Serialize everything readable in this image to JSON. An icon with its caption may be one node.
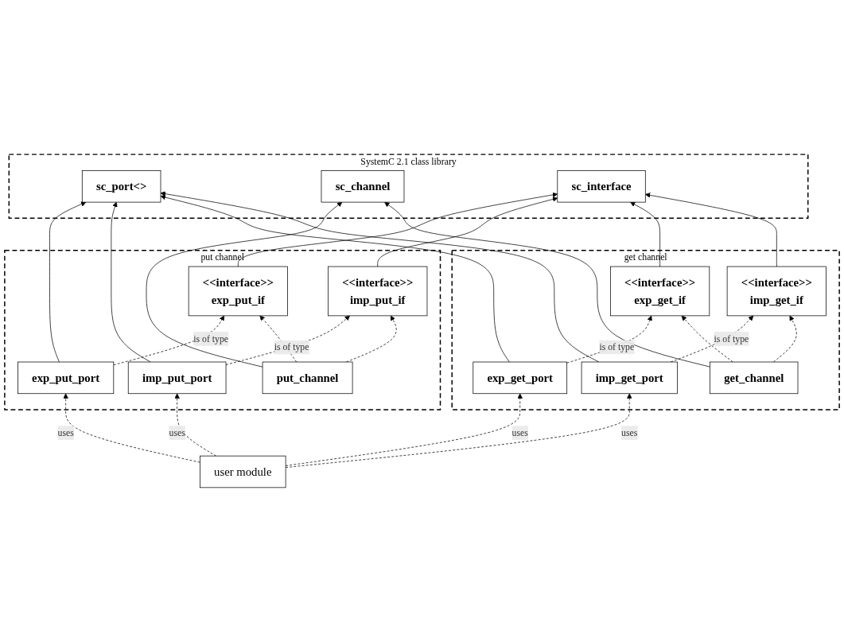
{
  "diagram": {
    "nodes": [
      {
        "text": [
          "SystemC 2.1 class library"
        ]
      },
      {
        "text": [
          "sc_port<>"
        ],
        "in": 0
      },
      {
        "text": [
          "sc_channel"
        ],
        "in": 0
      },
      {
        "text": [
          "sc_interface"
        ],
        "in": 0
      },
      {
        "text": [
          "put channel"
        ]
      },
      {
        "text": [
          "<<interface>>",
          "exp_put_if"
        ],
        "in": 4
      },
      {
        "text": [
          "<<interface>>",
          "imp_put_if"
        ],
        "in": 4
      },
      {
        "text": [
          "exp_put_port"
        ],
        "in": 4
      },
      {
        "text": [
          "imp_put_port"
        ],
        "in": 4
      },
      {
        "text": [
          "put_channel"
        ],
        "in": 4
      },
      {
        "text": [
          "get channel"
        ]
      },
      {
        "text": [
          "<<interface>>",
          "exp_get_if"
        ],
        "in": 10
      },
      {
        "text": [
          "<<interface>>",
          "imp_get_if"
        ],
        "in": 10
      },
      {
        "text": [
          "exp_get_port"
        ],
        "in": 10
      },
      {
        "text": [
          "imp_get_port"
        ],
        "in": 10
      },
      {
        "text": [
          "get_channel"
        ],
        "in": 10
      },
      {
        "text": [
          "user module"
        ]
      }
    ],
    "edges": [
      {
        "from": 7,
        "to": 1,
        "arrow": "to"
      },
      {
        "from": 8,
        "to": 1,
        "arrow": "to"
      },
      {
        "from": 13,
        "to": 1,
        "arrow": "to"
      },
      {
        "from": 14,
        "to": 1,
        "arrow": "to"
      },
      {
        "from": 9,
        "to": 2,
        "arrow": "to"
      },
      {
        "from": 15,
        "to": 2,
        "arrow": "to"
      },
      {
        "from": 5,
        "to": 3,
        "arrow": "to"
      },
      {
        "from": 6,
        "to": 3,
        "arrow": "to"
      },
      {
        "from": 11,
        "to": 3,
        "arrow": "to"
      },
      {
        "from": 12,
        "to": 3,
        "arrow": "to"
      },
      {
        "from": 7,
        "to": 5,
        "arrow": "to",
        "label": "is of type",
        "style": "dashed"
      },
      {
        "from": 8,
        "to": 6,
        "arrow": "to",
        "label": "is of type",
        "style": "dashed"
      },
      {
        "from": 13,
        "to": 11,
        "arrow": "to",
        "label": "is of type",
        "style": "dashed"
      },
      {
        "from": 14,
        "to": 12,
        "arrow": "to",
        "label": "is of type",
        "style": "dashed"
      },
      {
        "from": 9,
        "to": 5,
        "arrow": "to",
        "style": "dashed"
      },
      {
        "from": 9,
        "to": 6,
        "arrow": "to",
        "style": "dashed"
      },
      {
        "from": 15,
        "to": 11,
        "arrow": "to",
        "style": "dashed"
      },
      {
        "from": 15,
        "to": 12,
        "arrow": "to",
        "style": "dashed"
      },
      {
        "from": 16,
        "to": 7,
        "arrow": "to",
        "label": "uses",
        "style": "dashed"
      },
      {
        "from": 16,
        "to": 8,
        "arrow": "to",
        "label": "uses",
        "style": "dashed"
      },
      {
        "from": 16,
        "to": 13,
        "arrow": "to",
        "label": "uses",
        "style": "dashed"
      },
      {
        "from": 16,
        "to": 14,
        "arrow": "to",
        "label": "uses",
        "style": "dashed"
      }
    ]
  }
}
